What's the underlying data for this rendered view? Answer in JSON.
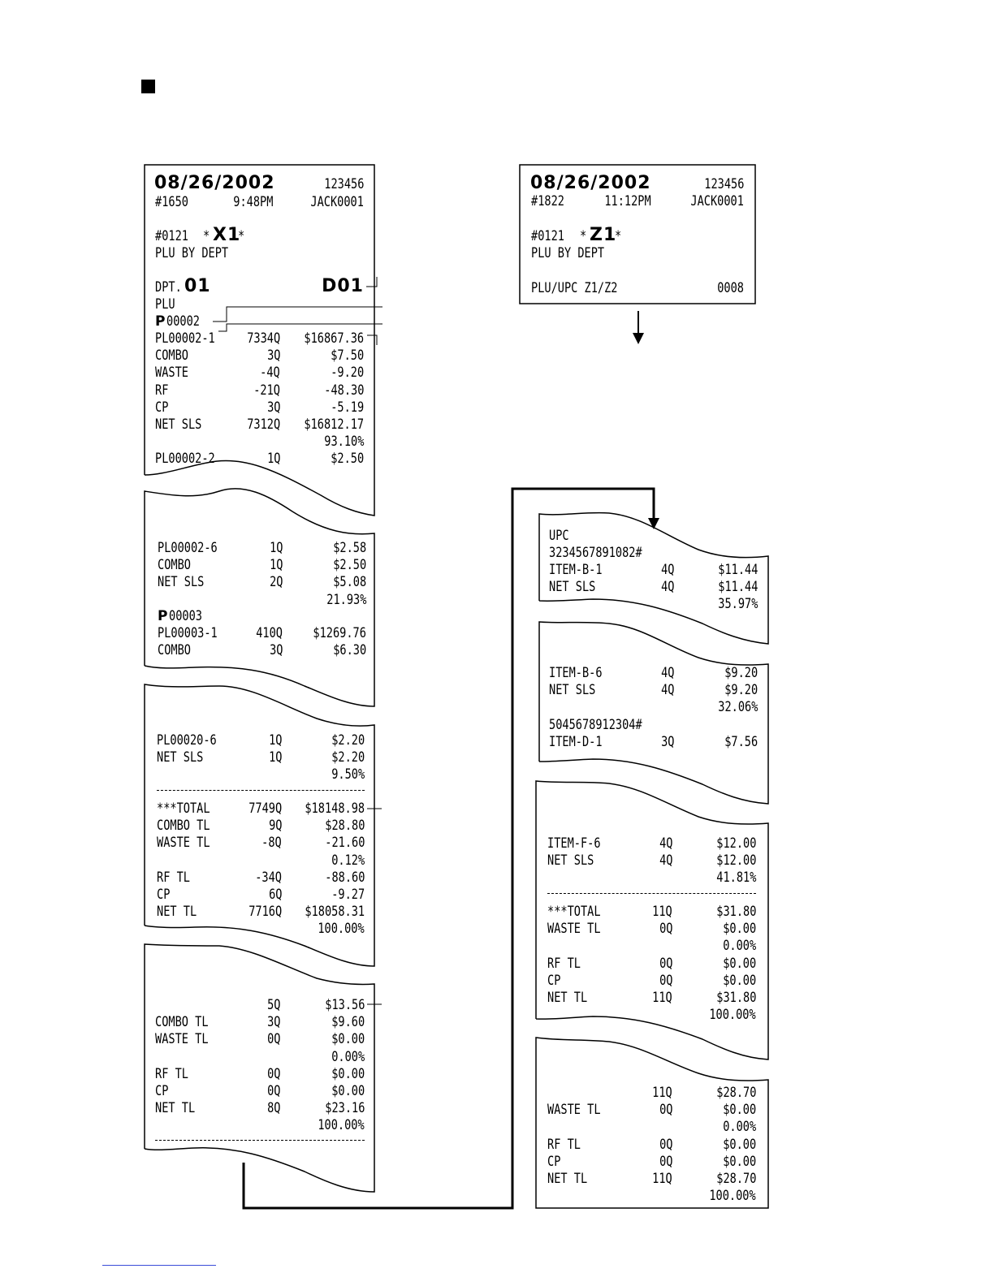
{
  "x_report": {
    "date": "08/26/2002",
    "machine": "123456",
    "consecutive": "#1650",
    "time": "9:48PM",
    "clerk": "JACK0001",
    "report_no": "#0121",
    "mode_star_l": "*",
    "mode": "X1",
    "mode_star_r": "*",
    "report_name": "PLU BY DEPT",
    "dept_label": "DPT.",
    "dept_no": "01",
    "dept_code": "D01",
    "plu_label": "PLU",
    "plu_prefix": "P",
    "plu_no": "00002"
  },
  "x_sec1": [
    [
      "PL00002-1",
      "7334Q",
      "$16867.36"
    ],
    [
      "COMBO",
      "3Q",
      "$7.50"
    ],
    [
      "WASTE",
      "-4Q",
      "-9.20"
    ],
    [
      "RF",
      "-21Q",
      "-48.30"
    ],
    [
      "CP",
      "3Q",
      "-5.19"
    ],
    [
      "NET SLS",
      "7312Q",
      "$16812.17"
    ],
    [
      "",
      "",
      "93.10%"
    ],
    [
      "PL00002-2",
      "1Q",
      "$2.50"
    ]
  ],
  "x_sec2": [
    [
      "PL00002-6",
      "1Q",
      "$2.58"
    ],
    [
      "COMBO",
      "1Q",
      "$2.50"
    ],
    [
      "NET SLS",
      "2Q",
      "$5.08"
    ],
    [
      "",
      "",
      "21.93%"
    ]
  ],
  "x_sec2b": {
    "plu_prefix": "P",
    "plu_no": "00003"
  },
  "x_sec2c": [
    [
      "PL00003-1",
      "410Q",
      "$1269.76"
    ],
    [
      "COMBO",
      "3Q",
      "$6.30"
    ]
  ],
  "x_sec3": [
    [
      "PL00020-6",
      "1Q",
      "$2.20"
    ],
    [
      "NET SLS",
      "1Q",
      "$2.20"
    ],
    [
      "",
      "",
      "9.50%"
    ]
  ],
  "x_sec3b": [
    [
      "***TOTAL",
      "7749Q",
      "$18148.98"
    ],
    [
      "COMBO TL",
      "9Q",
      "$28.80"
    ],
    [
      "WASTE TL",
      "-8Q",
      "-21.60"
    ],
    [
      "",
      "",
      "0.12%"
    ],
    [
      "RF TL",
      "-34Q",
      "-88.60"
    ],
    [
      "CP",
      "6Q",
      "-9.27"
    ],
    [
      "NET TL",
      "7716Q",
      "$18058.31"
    ],
    [
      "",
      "",
      "100.00%"
    ]
  ],
  "x_sec4": [
    [
      "",
      "5Q",
      "$13.56"
    ],
    [
      "COMBO TL",
      "3Q",
      "$9.60"
    ],
    [
      "WASTE TL",
      "0Q",
      "$0.00"
    ],
    [
      "",
      "",
      "0.00%"
    ],
    [
      "RF TL",
      "0Q",
      "$0.00"
    ],
    [
      "CP",
      "0Q",
      "$0.00"
    ],
    [
      "NET TL",
      "8Q",
      "$23.16"
    ],
    [
      "",
      "",
      "100.00%"
    ]
  ],
  "z_report": {
    "date": "08/26/2002",
    "machine": "123456",
    "consecutive": "#1822",
    "time": "11:12PM",
    "clerk": "JACK0001",
    "report_no": "#0121",
    "mode_star_l": "*",
    "mode": "Z1",
    "mode_star_r": "*",
    "report_name": "PLU BY DEPT",
    "counter_label": "PLU/UPC Z1/Z2",
    "counter_value": "0008"
  },
  "z_sec1": {
    "upc_label": "UPC",
    "upc_code": "3234567891082#"
  },
  "z_sec1b": [
    [
      "ITEM-B-1",
      "4Q",
      "$11.44"
    ],
    [
      "NET SLS",
      "4Q",
      "$11.44"
    ],
    [
      "",
      "",
      "35.97%"
    ]
  ],
  "z_sec2": [
    [
      "ITEM-B-6",
      "4Q",
      "$9.20"
    ],
    [
      "NET SLS",
      "4Q",
      "$9.20"
    ],
    [
      "",
      "",
      "32.06%"
    ]
  ],
  "z_sec2b": {
    "upc_code": "5045678912304#"
  },
  "z_sec2c": [
    [
      "ITEM-D-1",
      "3Q",
      "$7.56"
    ]
  ],
  "z_sec3": [
    [
      "ITEM-F-6",
      "4Q",
      "$12.00"
    ],
    [
      "NET SLS",
      "4Q",
      "$12.00"
    ],
    [
      "",
      "",
      "41.81%"
    ]
  ],
  "z_sec3b": [
    [
      "***TOTAL",
      "11Q",
      "$31.80"
    ],
    [
      "WASTE TL",
      "0Q",
      "$0.00"
    ],
    [
      "",
      "",
      "0.00%"
    ],
    [
      "RF TL",
      "0Q",
      "$0.00"
    ],
    [
      "CP",
      "0Q",
      "$0.00"
    ],
    [
      "NET TL",
      "11Q",
      "$31.80"
    ],
    [
      "",
      "",
      "100.00%"
    ]
  ],
  "z_sec4": [
    [
      "",
      "11Q",
      "$28.70"
    ],
    [
      "WASTE TL",
      "0Q",
      "$0.00"
    ],
    [
      "",
      "",
      "0.00%"
    ],
    [
      "RF TL",
      "0Q",
      "$0.00"
    ],
    [
      "CP",
      "0Q",
      "$0.00"
    ],
    [
      "NET TL",
      "11Q",
      "$28.70"
    ],
    [
      "",
      "",
      "100.00%"
    ]
  ]
}
